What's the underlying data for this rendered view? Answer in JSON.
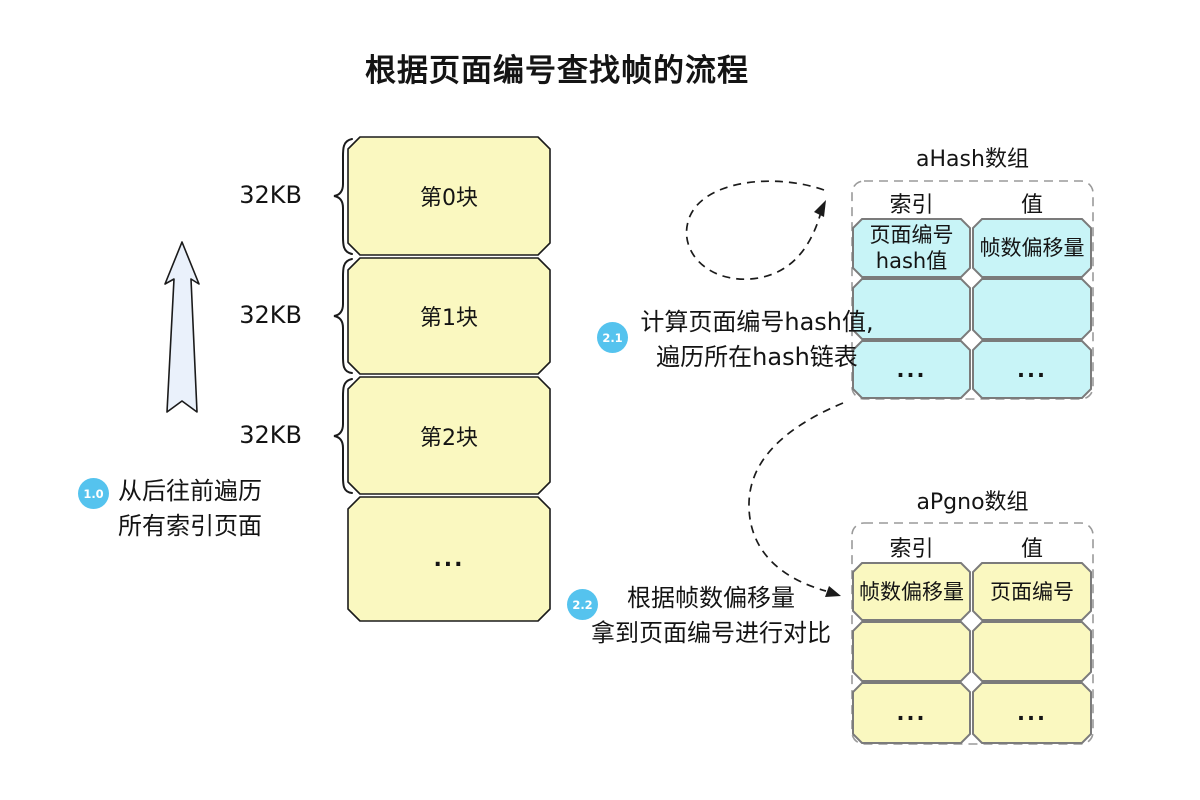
{
  "title": "根据页面编号查找帧的流程",
  "steps": {
    "s1": {
      "badge": "1.0",
      "line1": "从后往前遍历",
      "line2": "所有索引页面"
    },
    "s2": {
      "badge": "2.1",
      "line1": "计算页面编号hash值,",
      "line2": "遍历所在hash链表"
    },
    "s3": {
      "badge": "2.2",
      "line1": "根据帧数偏移量",
      "line2": "拿到页面编号进行对比"
    }
  },
  "wal_blocks": {
    "size_label": "32KB",
    "items": [
      "第0块",
      "第1块",
      "第2块",
      "..."
    ]
  },
  "hash_table": {
    "title": "aHash数组",
    "columns": [
      "索引",
      "值"
    ],
    "rows": [
      [
        [
          "页面编号",
          "hash值"
        ],
        [
          "帧数偏移量"
        ]
      ],
      [
        [
          ""
        ],
        [
          ""
        ]
      ],
      [
        [
          "..."
        ],
        [
          "..."
        ]
      ]
    ]
  },
  "pgno_table": {
    "title": "aPgno数组",
    "columns": [
      "索引",
      "值"
    ],
    "rows": [
      [
        [
          "帧数偏移量"
        ],
        [
          "页面编号"
        ]
      ],
      [
        [
          ""
        ],
        [
          ""
        ]
      ],
      [
        [
          "..."
        ],
        [
          "..."
        ]
      ]
    ]
  },
  "colors": {
    "block_fill": "#FAF8C0",
    "hash_cell_fill": "#C8F4F7",
    "pgno_cell_fill": "#FAF8C0",
    "badge_fill": "#55C3EE",
    "arrow_fill": "#EAF1FB",
    "cell_stroke": "#7b7b7b",
    "outline_stroke": "#9a9a9a",
    "ink": "#1b1b1b"
  }
}
